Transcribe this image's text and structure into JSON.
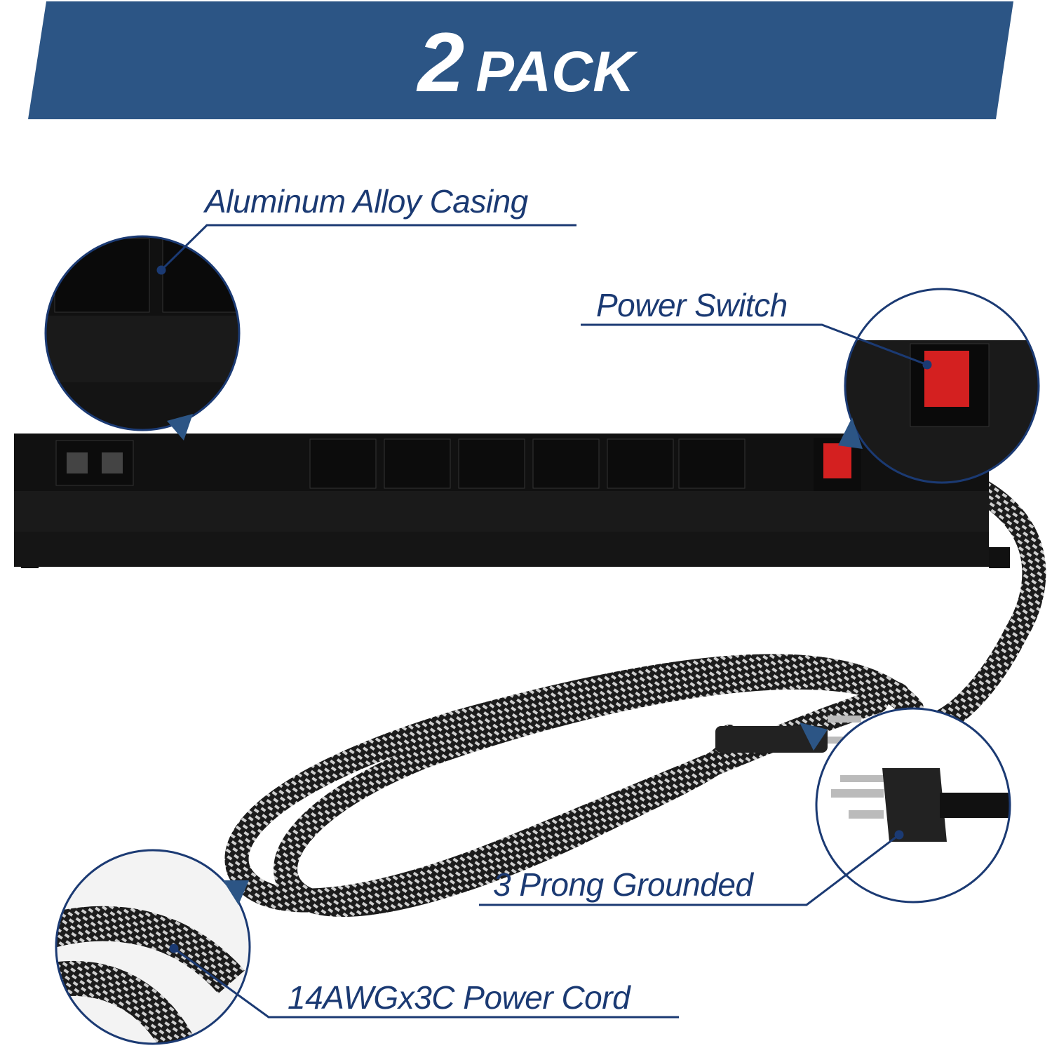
{
  "banner": {
    "number": "2",
    "word": "PACK",
    "color": "#2c5585"
  },
  "labels": {
    "casing": "Aluminum Alloy Casing",
    "switch": "Power Switch",
    "plug": "3 Prong Grounded",
    "cord": "14AWGx3C Power Cord"
  },
  "colors": {
    "label_text": "#1b3a73",
    "callout_line": "#1b3a73",
    "strip_body": "#1a1a1a",
    "switch_red": "#d42020"
  },
  "product": {
    "ac_outlets": 6,
    "usb_ports": 2
  }
}
